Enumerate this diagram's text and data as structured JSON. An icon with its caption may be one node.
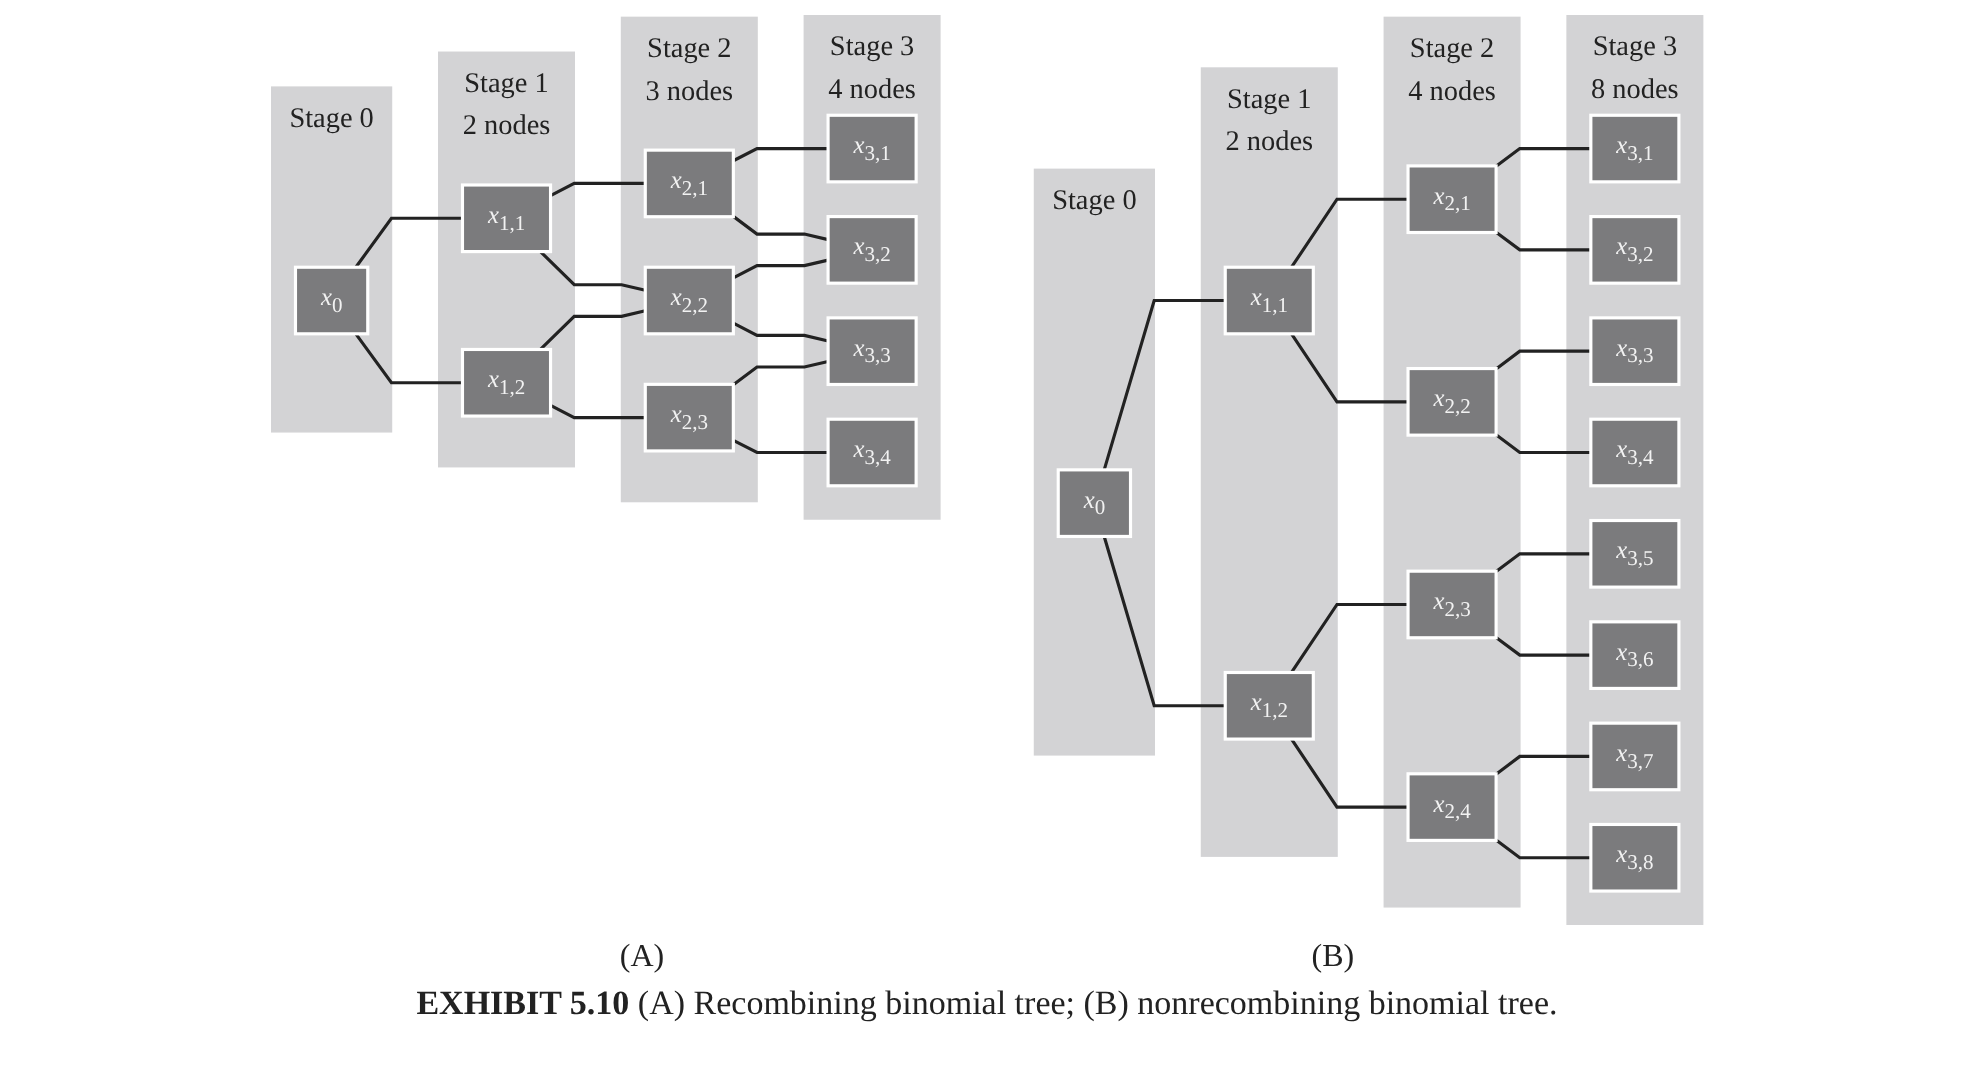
{
  "diagram": {
    "caption": "**EXHIBIT 5.10** (A) Recombining binomial tree; (B) nonrecombining binomial tree.",
    "nodes": [
      {
        "text": [
          "Stage 0"
        ]
      },
      {
        "text": [
          "*x*$_{0}$"
        ],
        "in": 0
      },
      {
        "text": [
          "Stage 1",
          "2 nodes"
        ]
      },
      {
        "text": [
          "*x*$_{1,1}$"
        ],
        "in": 2
      },
      {
        "text": [
          "*x*$_{1,2}$"
        ],
        "in": 2
      },
      {
        "text": [
          "Stage 2",
          "3 nodes"
        ]
      },
      {
        "text": [
          "*x*$_{2,1}$"
        ],
        "in": 5
      },
      {
        "text": [
          "*x*$_{2,2}$"
        ],
        "in": 5
      },
      {
        "text": [
          "*x*$_{2,3}$"
        ],
        "in": 5
      },
      {
        "text": [
          "Stage 3",
          "4 nodes"
        ]
      },
      {
        "text": [
          "*x*$_{3,1}$"
        ],
        "in": 9
      },
      {
        "text": [
          "*x*$_{3,2}$"
        ],
        "in": 9
      },
      {
        "text": [
          "*x*$_{3,3}$"
        ],
        "in": 9
      },
      {
        "text": [
          "*x*$_{3,4}$"
        ],
        "in": 9
      },
      {
        "text": [
          "Stage 0"
        ]
      },
      {
        "text": [
          "*x*$_{0}$"
        ],
        "in": 14
      },
      {
        "text": [
          "Stage 1",
          "2 nodes"
        ]
      },
      {
        "text": [
          "*x*$_{1,1}$"
        ],
        "in": 16
      },
      {
        "text": [
          "*x*$_{1,2}$"
        ],
        "in": 16
      },
      {
        "text": [
          "Stage 2",
          "4 nodes"
        ]
      },
      {
        "text": [
          "*x*$_{2,1}$"
        ],
        "in": 19
      },
      {
        "text": [
          "*x*$_{2,2}$"
        ],
        "in": 19
      },
      {
        "text": [
          "*x*$_{2,3}$"
        ],
        "in": 19
      },
      {
        "text": [
          "*x*$_{2,4}$"
        ],
        "in": 19
      },
      {
        "text": [
          "Stage 3",
          "8 nodes"
        ]
      },
      {
        "text": [
          "*x*$_{3,1}$"
        ],
        "in": 24
      },
      {
        "text": [
          "*x*$_{3,2}$"
        ],
        "in": 24
      },
      {
        "text": [
          "*x*$_{3,3}$"
        ],
        "in": 24
      },
      {
        "text": [
          "*x*$_{3,4}$"
        ],
        "in": 24
      },
      {
        "text": [
          "*x*$_{3,5}$"
        ],
        "in": 24
      },
      {
        "text": [
          "*x*$_{3,6}$"
        ],
        "in": 24
      },
      {
        "text": [
          "*x*$_{3,7}$"
        ],
        "in": 24
      },
      {
        "text": [
          "*x*$_{3,8}$"
        ],
        "in": 24
      }
    ],
    "edges": [
      {
        "from": 1,
        "to": 3,
        "arrow": "none"
      },
      {
        "from": 1,
        "to": 4,
        "arrow": "none"
      },
      {
        "from": 3,
        "to": 6,
        "arrow": "none"
      },
      {
        "from": 3,
        "to": 7,
        "arrow": "none"
      },
      {
        "from": 4,
        "to": 7,
        "arrow": "none"
      },
      {
        "from": 4,
        "to": 8,
        "arrow": "none"
      },
      {
        "from": 6,
        "to": 10,
        "arrow": "none"
      },
      {
        "from": 6,
        "to": 11,
        "arrow": "none"
      },
      {
        "from": 7,
        "to": 11,
        "arrow": "none"
      },
      {
        "from": 7,
        "to": 12,
        "arrow": "none"
      },
      {
        "from": 8,
        "to": 12,
        "arrow": "none"
      },
      {
        "from": 8,
        "to": 13,
        "arrow": "none"
      },
      {
        "from": 15,
        "to": 17,
        "arrow": "none"
      },
      {
        "from": 15,
        "to": 18,
        "arrow": "none"
      },
      {
        "from": 17,
        "to": 20,
        "arrow": "none"
      },
      {
        "from": 17,
        "to": 21,
        "arrow": "none"
      },
      {
        "from": 18,
        "to": 22,
        "arrow": "none"
      },
      {
        "from": 18,
        "to": 23,
        "arrow": "none"
      },
      {
        "from": 20,
        "to": 25,
        "arrow": "none"
      },
      {
        "from": 20,
        "to": 26,
        "arrow": "none"
      },
      {
        "from": 21,
        "to": 27,
        "arrow": "none"
      },
      {
        "from": 21,
        "to": 28,
        "arrow": "none"
      },
      {
        "from": 22,
        "to": 29,
        "arrow": "none"
      },
      {
        "from": 22,
        "to": 30,
        "arrow": "none"
      },
      {
        "from": 23,
        "to": 31,
        "arrow": "none"
      },
      {
        "from": 23,
        "to": 32,
        "arrow": "none"
      }
    ],
    "labels": [
      "(A)",
      "(B)"
    ]
  }
}
